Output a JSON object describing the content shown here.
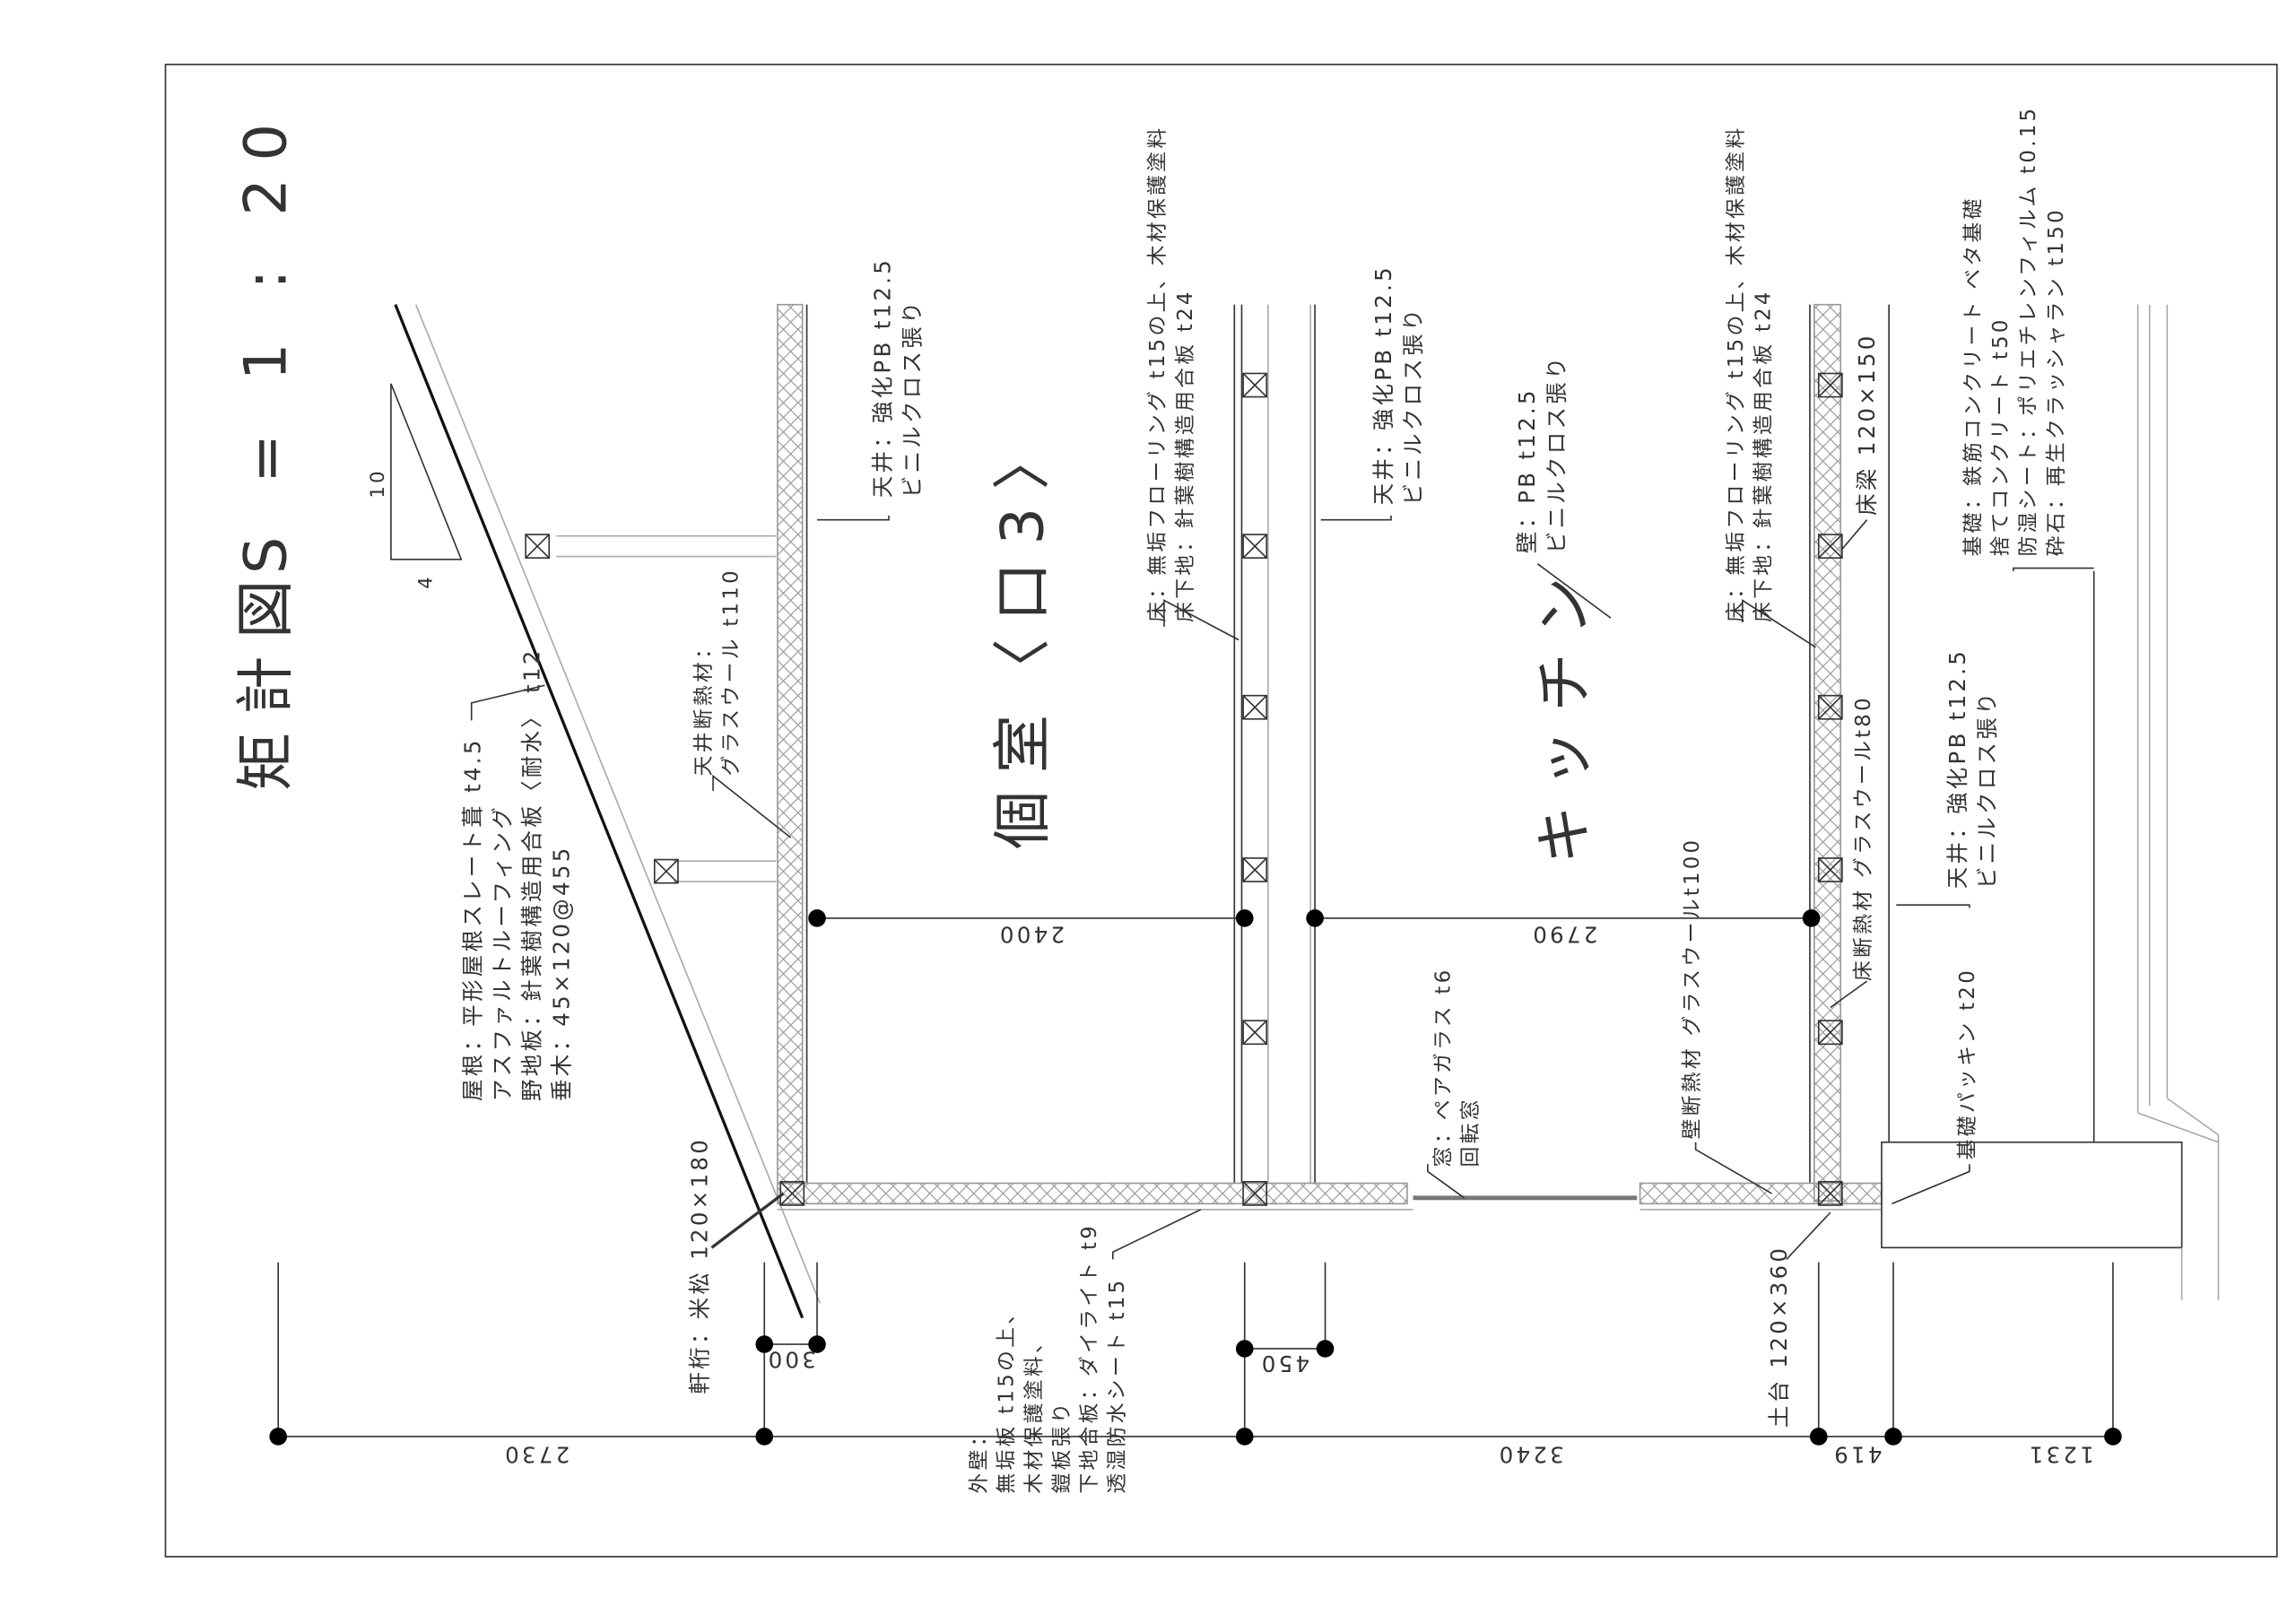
{
  "title": {
    "name": "矩計図",
    "scale": "S = 1 : 20"
  },
  "slope": {
    "rise": "10",
    "run": "4"
  },
  "rooms": {
    "private_room": "個室〈口3〉",
    "kitchen": "キッチン"
  },
  "notes": {
    "roof": [
      "屋根：平形屋根スレート葺 t4.5",
      "アスファルトルーフィング",
      "野地板：針葉樹構造用合板〈耐水〉 t12",
      "垂木：45×120@455"
    ],
    "ceiling_insulation": [
      "天井断熱材：",
      "グラスウール t110"
    ],
    "ceiling_2f": [
      "天井：強化PB t12.5",
      "ビニルクロス張り"
    ],
    "floor_2f": [
      "床：無垢フローリング t15の上、木材保護塗料",
      "床下地：針葉樹構造用合板 t24"
    ],
    "ceiling_1f": [
      "天井：強化PB t12.5",
      "ビニルクロス張り"
    ],
    "wall": [
      "壁：PB t12.5",
      "ビニルクロス張り"
    ],
    "floor_1f": [
      "床：無垢フローリング t15の上、木材保護塗料",
      "床下地：針葉樹構造用合板 t24"
    ],
    "floor_beam": "床梁 120×150",
    "foundation": [
      "基礎：鉄筋コンクリート ベタ基礎",
      "捨てコンクリート t50",
      "防湿シート：ポリエチレンフィルム t0.15",
      "砕石：再生クラッシャラン t150"
    ],
    "ceiling_lower": [
      "天井：強化PB t12.5",
      "ビニルクロス張り"
    ],
    "floor_insulation": "床断熱材 グラスウールt80",
    "wall_insulation": "壁断熱材 グラスウールt100",
    "window": [
      "窓：ペアガラス t6",
      "回転窓"
    ],
    "foundation_packing": "基礎パッキン t20",
    "sill": "土台 120×360",
    "eaves_beam": "軒桁：米松 120×180",
    "exterior_wall": [
      "外壁：",
      "無垢板 t15の上、",
      "木材保護塗料、",
      "鎧板張り",
      "下地合板：ダイライト t9",
      "透湿防水シート t15"
    ]
  },
  "dimensions": {
    "d2730": "2730",
    "d3240": "3240",
    "d419": "419",
    "d1231": "1231",
    "d300": "300",
    "d450": "450",
    "d2400": "2400",
    "d2790": "2790"
  }
}
